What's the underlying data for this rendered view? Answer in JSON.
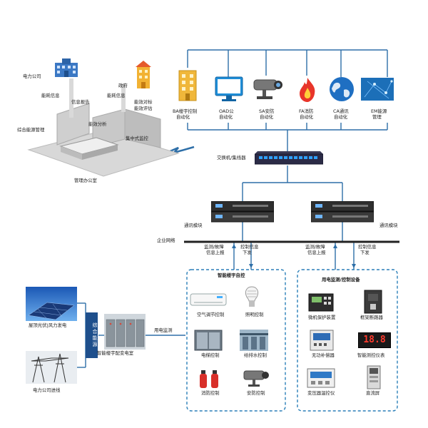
{
  "management": {
    "power_company": "电力公司",
    "government": "政府",
    "energy_info_left": "能耗信息",
    "info_report": "信息报告",
    "energy_info_right": "能耗信息",
    "energy_benchmark": "能效对标",
    "energy_evaluation": "能效评估",
    "integrated_energy_mgmt": "综合能源管理",
    "energy_analysis": "能效分析",
    "central_monitoring": "集中式监控",
    "office": "管理办公室"
  },
  "subsystems": [
    {
      "code": "BA楼宇控制",
      "sub": "自动化",
      "icon": "building-icon"
    },
    {
      "code": "OAD公",
      "sub": "自动化",
      "icon": "monitor-icon"
    },
    {
      "code": "SA安防",
      "sub": "自动化",
      "icon": "cctv-camera-icon"
    },
    {
      "code": "FA消防",
      "sub": "自动化",
      "icon": "fire-icon"
    },
    {
      "code": "CA通讯",
      "sub": "自动化",
      "icon": "globe-icon"
    },
    {
      "code": "EM能源",
      "sub": "管理",
      "icon": "network-map-icon"
    }
  ],
  "network": {
    "switch_label": "交换机/集线器",
    "comm_module_left": "通讯模块",
    "comm_module_right": "通讯模块",
    "enterprise_network": "企业网络",
    "left_up_1": "监测/故障",
    "left_up_2": "信息上报",
    "left_down_1": "控制信息",
    "left_down_2": "下发",
    "right_up_1": "监测/故障",
    "right_up_2": "信息上报",
    "right_down_1": "控制信息",
    "right_down_2": "下发"
  },
  "supply": {
    "rooftop_pv": "屋顶光伏|风力发电",
    "grid": "电力公司进线",
    "integrated_energy_vertical": "综合能源",
    "substation": "智能楼宇配变电室",
    "power_monitoring": "用电监测"
  },
  "building_control": {
    "title": "智能楼宇自控",
    "items": [
      "空气调节控制",
      "照明控制",
      "电梯控制",
      "给排水控制",
      "消防控制",
      "安防控制"
    ]
  },
  "power_devices": {
    "title": "用电监测/控制设备",
    "items": [
      "微机保护装置",
      "框架断路器",
      "无功补偿器",
      "智能测控仪表",
      "变压器温控仪",
      "直流屏"
    ],
    "meter_reading": "18.8"
  },
  "colors": {
    "line": "#2e6fa8",
    "dashed_border": "#2a7fb8",
    "bus": "#222222",
    "vertical_bar": "#1e4f8c"
  }
}
